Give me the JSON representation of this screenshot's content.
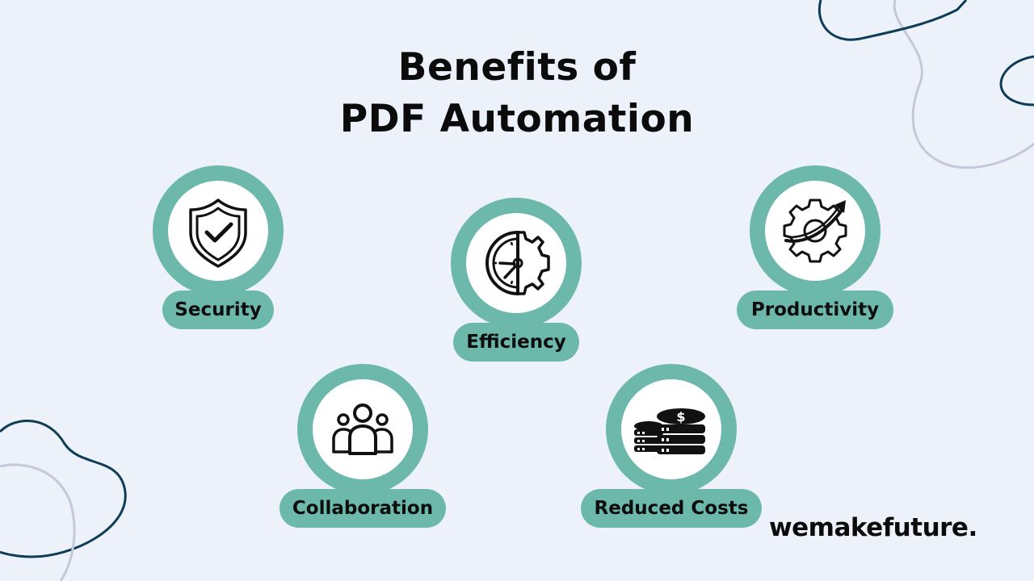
{
  "title": {
    "line1": "Benefits of",
    "line2": "PDF Automation"
  },
  "benefits": [
    {
      "label": "Security",
      "icon": "shield-check-icon"
    },
    {
      "label": "Efficiency",
      "icon": "clock-gear-icon"
    },
    {
      "label": "Productivity",
      "icon": "gear-growth-arrow-icon"
    },
    {
      "label": "Collaboration",
      "icon": "team-people-icon"
    },
    {
      "label": "Reduced Costs",
      "icon": "coin-stacks-dollar-icon"
    }
  ],
  "brand": "wemakefuture.",
  "colors": {
    "background": "#ecf1fa",
    "accent": "#6cb8ab",
    "curve_dark": "#0f3d57",
    "curve_light": "#c3c9d8",
    "text": "#0b0b0b"
  }
}
